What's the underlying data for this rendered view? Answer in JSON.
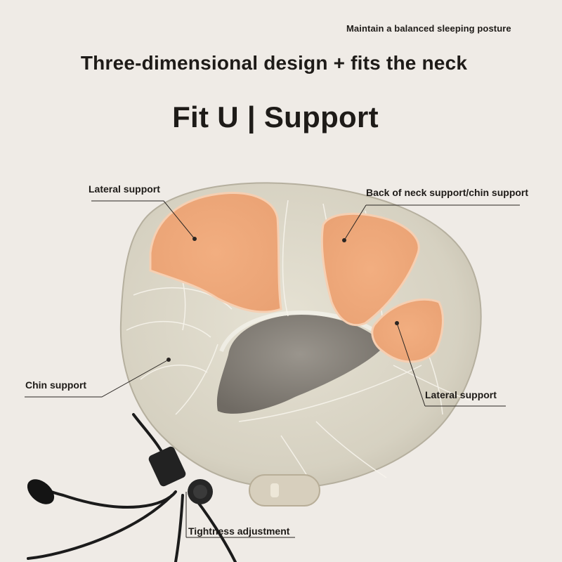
{
  "tagline": "Maintain a balanced sleeping posture",
  "headline": "Three-dimensional design + fits the neck",
  "title": "Fit U | Support",
  "callouts": {
    "lateral_support_top": "Lateral support",
    "back_neck_chin": "Back of neck support/chin support",
    "chin_support": "Chin support",
    "lateral_support_right": "Lateral support",
    "tightness": "Tightness adjustment"
  },
  "colors": {
    "background": "#efebe6",
    "pillow_fabric": "#d9d5c6",
    "support_zone": "#f0a979",
    "inner_shadow": "#858079",
    "strap": "#1b1b1b"
  }
}
